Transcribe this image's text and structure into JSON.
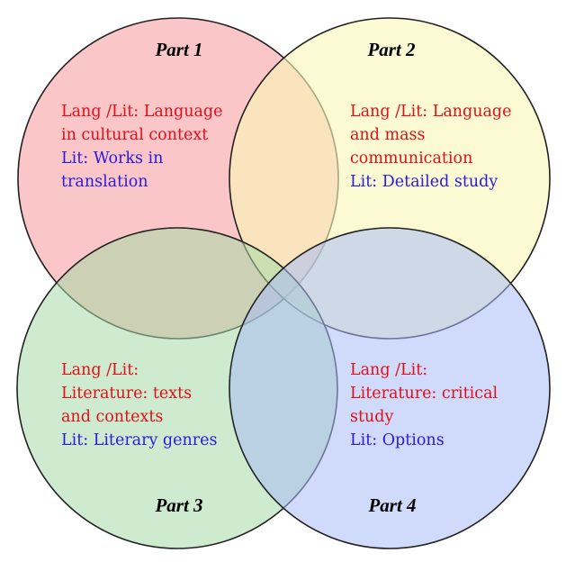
{
  "diagram": {
    "colors": {
      "part1_fill": "#f7a3a6",
      "part2_fill": "#f8f7b6",
      "part3_fill": "#a5dba8",
      "part4_fill": "#a9bcf5",
      "lang_text": "#e0101a",
      "lit_text": "#2a1ae0",
      "outline": "#222222"
    },
    "parts": [
      {
        "title": "Part 1",
        "lang_lines": [
          "Lang /Lit: Language",
          "in cultural context"
        ],
        "lit_lines": [
          "Lit: Works in",
          "translation"
        ]
      },
      {
        "title": "Part 2",
        "lang_lines": [
          "Lang /Lit: Language",
          "and mass",
          "communication"
        ],
        "lit_lines": [
          "Lit: Detailed study"
        ]
      },
      {
        "title": "Part 3",
        "lang_lines": [
          "Lang /Lit:",
          "Literature: texts",
          "and contexts"
        ],
        "lit_lines": [
          "Lit: Literary genres"
        ]
      },
      {
        "title": "Part 4",
        "lang_lines": [
          "Lang /Lit:",
          "Literature: critical",
          "study"
        ],
        "lit_lines": [
          "Lit: Options"
        ]
      }
    ]
  }
}
